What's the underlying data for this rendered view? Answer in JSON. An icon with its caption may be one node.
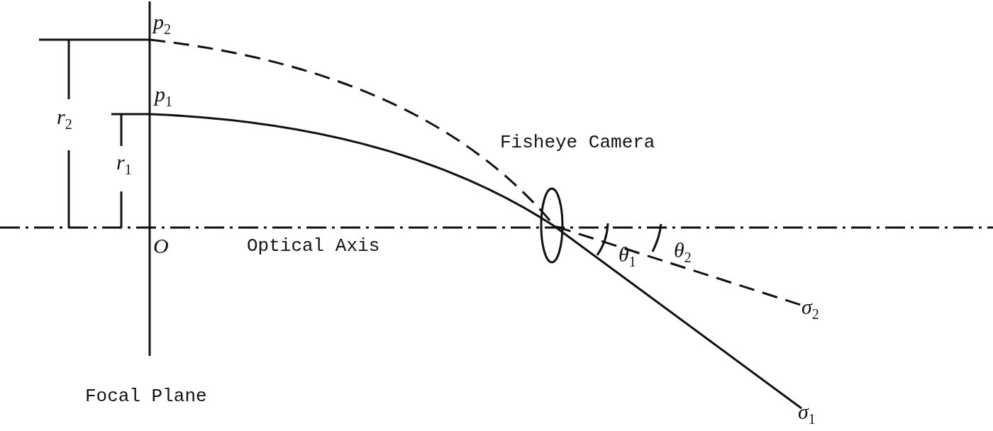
{
  "diagram": {
    "labels": [
      "*p*$_{2}$",
      "*p*$_{1}$",
      "*r*$_{2}$",
      "Fisheye Camera",
      "*r*$_{1}$",
      "*O*",
      "Optical Axis",
      "*θ*$_{2}$",
      "*θ*$_{1}$",
      "*σ*$_{2}$",
      "Focal Plane",
      "*σ*$_{1}$"
    ]
  }
}
